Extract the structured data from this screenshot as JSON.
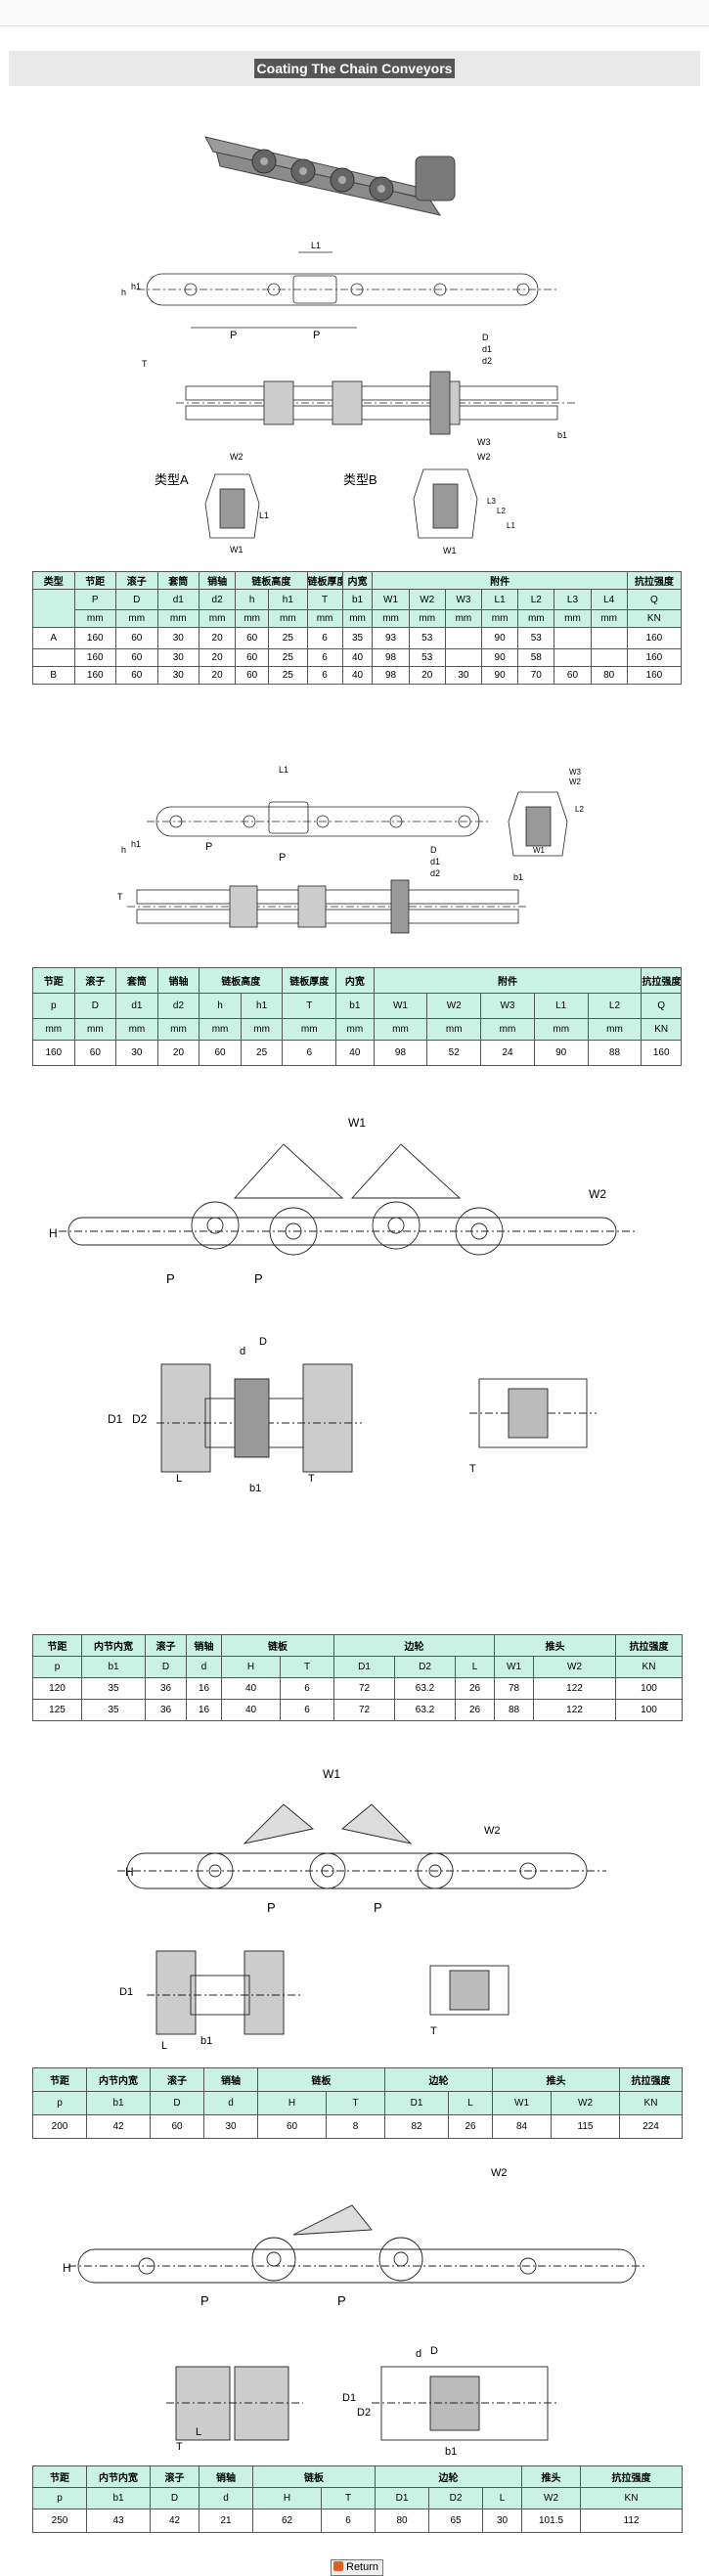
{
  "title": "Coating The Chain Conveyors",
  "return_label": "Return",
  "fig1": {
    "typeA": "类型A",
    "typeB": "类型B"
  },
  "table1": {
    "header": [
      "类型",
      "节距",
      "滚子",
      "套筒",
      "销轴",
      "链板高度",
      "链板厚度",
      "内宽",
      "附件",
      "抗拉强度"
    ],
    "symbols": [
      "P",
      "D",
      "d1",
      "d2",
      "h",
      "h1",
      "T",
      "b1",
      "W1",
      "W2",
      "W3",
      "L1",
      "L2",
      "L3",
      "L4",
      "Q"
    ],
    "units": [
      "mm",
      "mm",
      "mm",
      "mm",
      "mm",
      "mm",
      "mm",
      "mm",
      "mm",
      "mm",
      "mm",
      "mm",
      "mm",
      "mm",
      "mm",
      "KN"
    ],
    "rows": [
      [
        "A",
        "160",
        "60",
        "30",
        "20",
        "60",
        "25",
        "6",
        "35",
        "93",
        "53",
        "",
        "90",
        "53",
        "",
        "",
        "160"
      ],
      [
        "",
        "160",
        "60",
        "30",
        "20",
        "60",
        "25",
        "6",
        "40",
        "98",
        "53",
        "",
        "90",
        "58",
        "",
        "",
        "160"
      ],
      [
        "B",
        "160",
        "60",
        "30",
        "20",
        "60",
        "25",
        "6",
        "40",
        "98",
        "20",
        "30",
        "90",
        "70",
        "60",
        "80",
        "160"
      ]
    ]
  },
  "table2": {
    "header": [
      "节距",
      "滚子",
      "套筒",
      "销轴",
      "链板高度",
      "链板厚度",
      "内宽",
      "附件",
      "抗拉强度"
    ],
    "symbols": [
      "p",
      "D",
      "d1",
      "d2",
      "h",
      "h1",
      "T",
      "b1",
      "W1",
      "W2",
      "W3",
      "L1",
      "L2",
      "Q"
    ],
    "units": [
      "mm",
      "mm",
      "mm",
      "mm",
      "mm",
      "mm",
      "mm",
      "mm",
      "mm",
      "mm",
      "mm",
      "mm",
      "mm",
      "KN"
    ],
    "rows": [
      [
        "160",
        "60",
        "30",
        "20",
        "60",
        "25",
        "6",
        "40",
        "98",
        "52",
        "24",
        "90",
        "88",
        "160"
      ]
    ]
  },
  "table3": {
    "header": [
      "节距",
      "内节内宽",
      "滚子",
      "销轴",
      "链板",
      "边轮",
      "推头",
      "抗拉强度"
    ],
    "symbols": [
      "p",
      "b1",
      "D",
      "d",
      "H",
      "T",
      "D1",
      "D2",
      "L",
      "W1",
      "W2",
      "KN"
    ],
    "rows": [
      [
        "120",
        "35",
        "36",
        "16",
        "40",
        "6",
        "72",
        "63.2",
        "26",
        "78",
        "122",
        "100"
      ],
      [
        "125",
        "35",
        "36",
        "16",
        "40",
        "6",
        "72",
        "63.2",
        "26",
        "88",
        "122",
        "100"
      ]
    ]
  },
  "table4": {
    "header": [
      "节距",
      "内节内宽",
      "滚子",
      "销轴",
      "链板",
      "边轮",
      "推头",
      "抗拉强度"
    ],
    "symbols": [
      "p",
      "b1",
      "D",
      "d",
      "H",
      "T",
      "D1",
      "L",
      "W1",
      "W2",
      "KN"
    ],
    "rows": [
      [
        "200",
        "42",
        "60",
        "30",
        "60",
        "8",
        "82",
        "26",
        "84",
        "115",
        "224"
      ]
    ]
  },
  "table5": {
    "header": [
      "节距",
      "内节内宽",
      "滚子",
      "销轴",
      "链板",
      "边轮",
      "推头",
      "抗拉强度"
    ],
    "symbols": [
      "p",
      "b1",
      "D",
      "d",
      "H",
      "T",
      "D1",
      "D2",
      "L",
      "W2",
      "KN"
    ],
    "rows": [
      [
        "250",
        "43",
        "42",
        "21",
        "62",
        "6",
        "80",
        "65",
        "30",
        "101.5",
        "112"
      ]
    ]
  },
  "dim": {
    "P": "P",
    "p": "P",
    "h": "h",
    "h1": "h1",
    "T": "T",
    "D": "D",
    "d": "d",
    "d1": "d1",
    "d2": "d2",
    "b1": "b1",
    "L1": "L1",
    "L2": "L2",
    "L3": "L3",
    "W1": "W1",
    "W2": "W2",
    "W3": "W3",
    "H": "H",
    "D1": "D1",
    "D2": "D2",
    "L": "L"
  }
}
